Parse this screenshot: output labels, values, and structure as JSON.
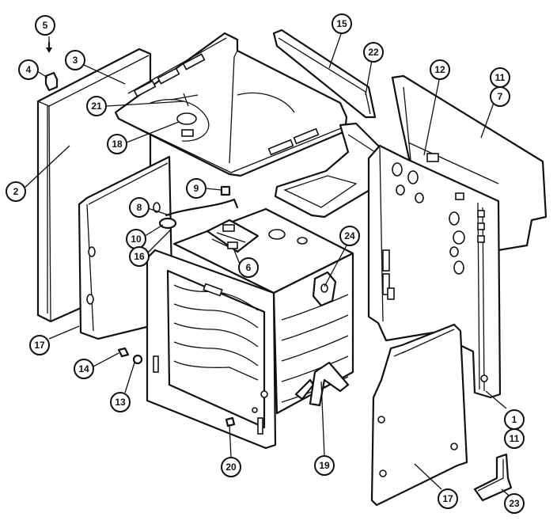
{
  "callouts": [
    {
      "id": "c5a",
      "label": "5"
    },
    {
      "id": "c4",
      "label": "4"
    },
    {
      "id": "c3",
      "label": "3"
    },
    {
      "id": "c2",
      "label": "2"
    },
    {
      "id": "c21",
      "label": "21"
    },
    {
      "id": "c18a",
      "label": "18"
    },
    {
      "id": "c15",
      "label": "15"
    },
    {
      "id": "c22",
      "label": "22"
    },
    {
      "id": "c12",
      "label": "12"
    },
    {
      "id": "c11a",
      "label": "11"
    },
    {
      "id": "c7",
      "label": "7"
    },
    {
      "id": "c9",
      "label": "9"
    },
    {
      "id": "c8",
      "label": "8"
    },
    {
      "id": "c10",
      "label": "10"
    },
    {
      "id": "c16",
      "label": "16"
    },
    {
      "id": "c6",
      "label": "6"
    },
    {
      "id": "c24",
      "label": "24"
    },
    {
      "id": "c17a",
      "label": "17"
    },
    {
      "id": "c14",
      "label": "14"
    },
    {
      "id": "c13",
      "label": "13"
    },
    {
      "id": "c20",
      "label": "20"
    },
    {
      "id": "c19",
      "label": "19"
    },
    {
      "id": "c17b",
      "label": "17"
    },
    {
      "id": "c1",
      "label": "1"
    },
    {
      "id": "c11b",
      "label": "11"
    },
    {
      "id": "c23",
      "label": "23"
    }
  ]
}
